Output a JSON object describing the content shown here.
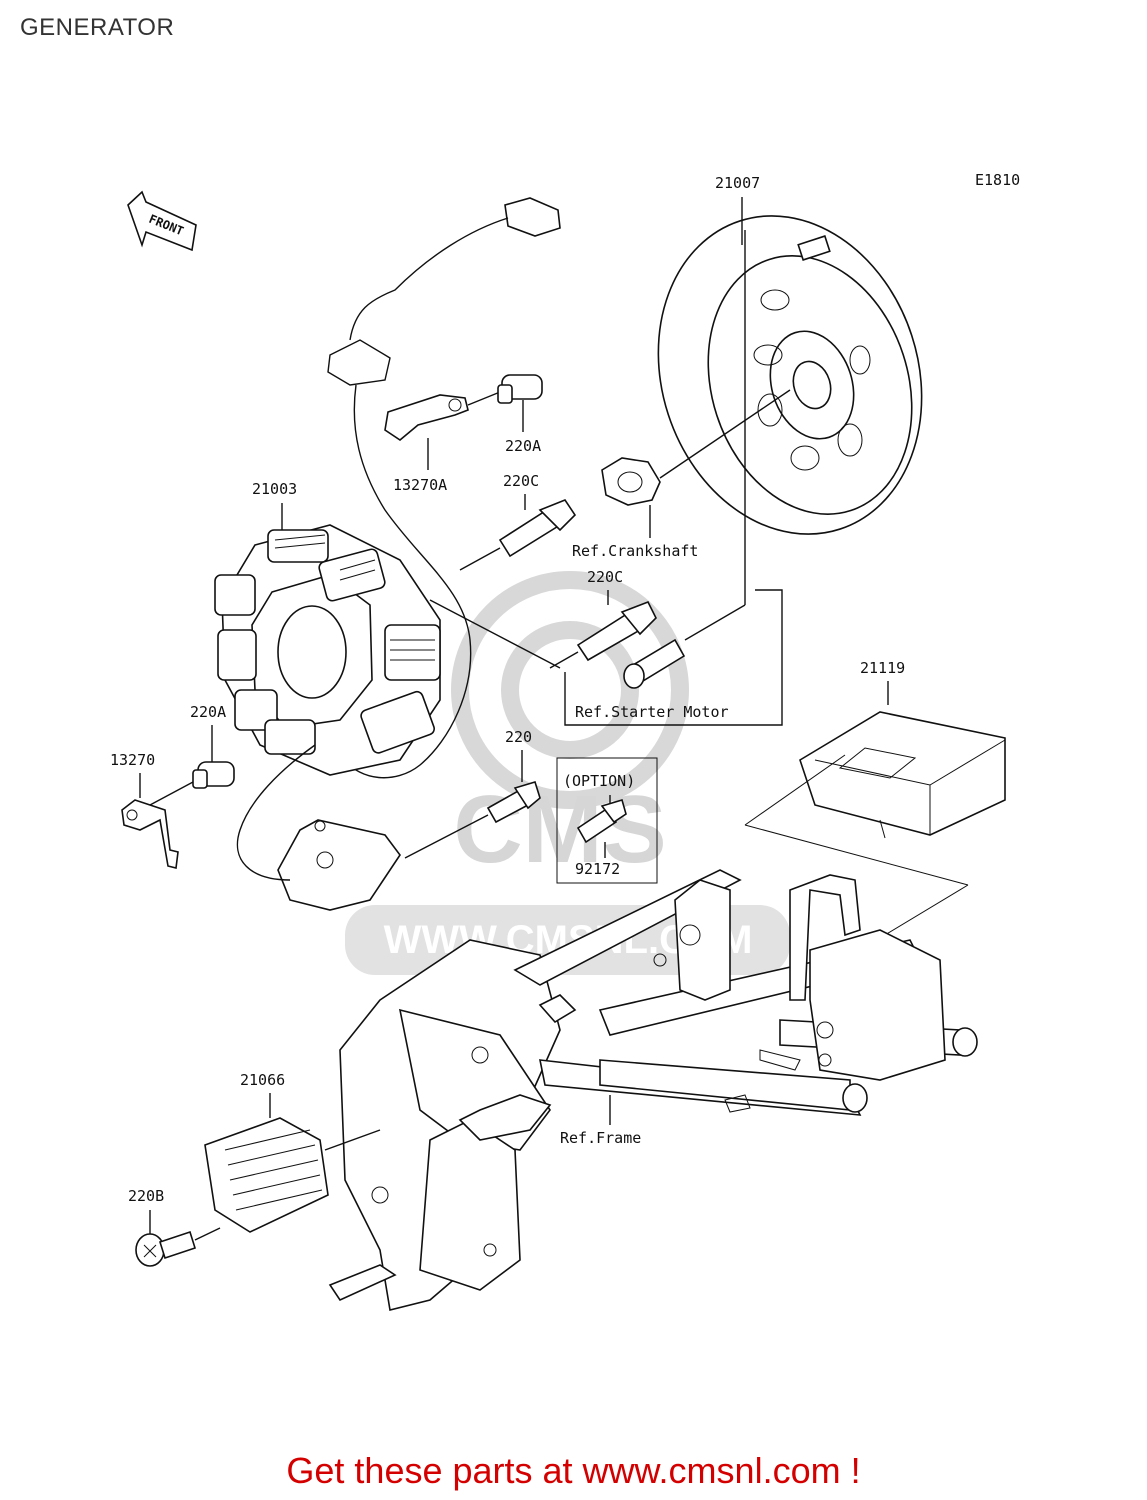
{
  "page": {
    "title": "GENERATOR"
  },
  "diagram": {
    "code": "E1810",
    "front_label": "FRONT",
    "watermark": {
      "brand": "CMS",
      "site": "WWW.CMSNL.COM"
    },
    "labels": {
      "p21007": "21007",
      "p21003": "21003",
      "p13270A": "13270A",
      "p220A_top": "220A",
      "p220C_top": "220C",
      "p220C_mid": "220C",
      "p220A_left": "220A",
      "p13270": "13270",
      "p220": "220",
      "option": "(OPTION)",
      "p92172": "92172",
      "p21119": "21119",
      "p21066": "21066",
      "p220B": "220B",
      "ref_crankshaft": "Ref.Crankshaft",
      "ref_starter": "Ref.Starter Motor",
      "ref_frame": "Ref.Frame"
    }
  },
  "footer": {
    "cta": "Get these parts at www.cmsnl.com !"
  },
  "colors": {
    "cta": "#d40000",
    "ink": "#111111",
    "watermark": "#d8d8d8"
  }
}
